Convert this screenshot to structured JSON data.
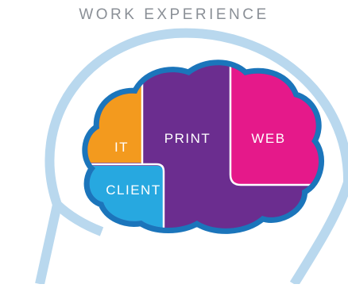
{
  "title": "WORK EXPERIENCE",
  "regions": {
    "it": {
      "label": "IT",
      "color": "#f39a1e"
    },
    "client": {
      "label": "CLIENT",
      "color": "#27a8e0"
    },
    "print": {
      "label": "PRINT",
      "color": "#6b2d8f"
    },
    "web": {
      "label": "WEB",
      "color": "#e5198a"
    }
  },
  "colors": {
    "head_outline": "#b9d8ee",
    "cloud_border": "#1b75bb",
    "background": "#ffffff"
  }
}
